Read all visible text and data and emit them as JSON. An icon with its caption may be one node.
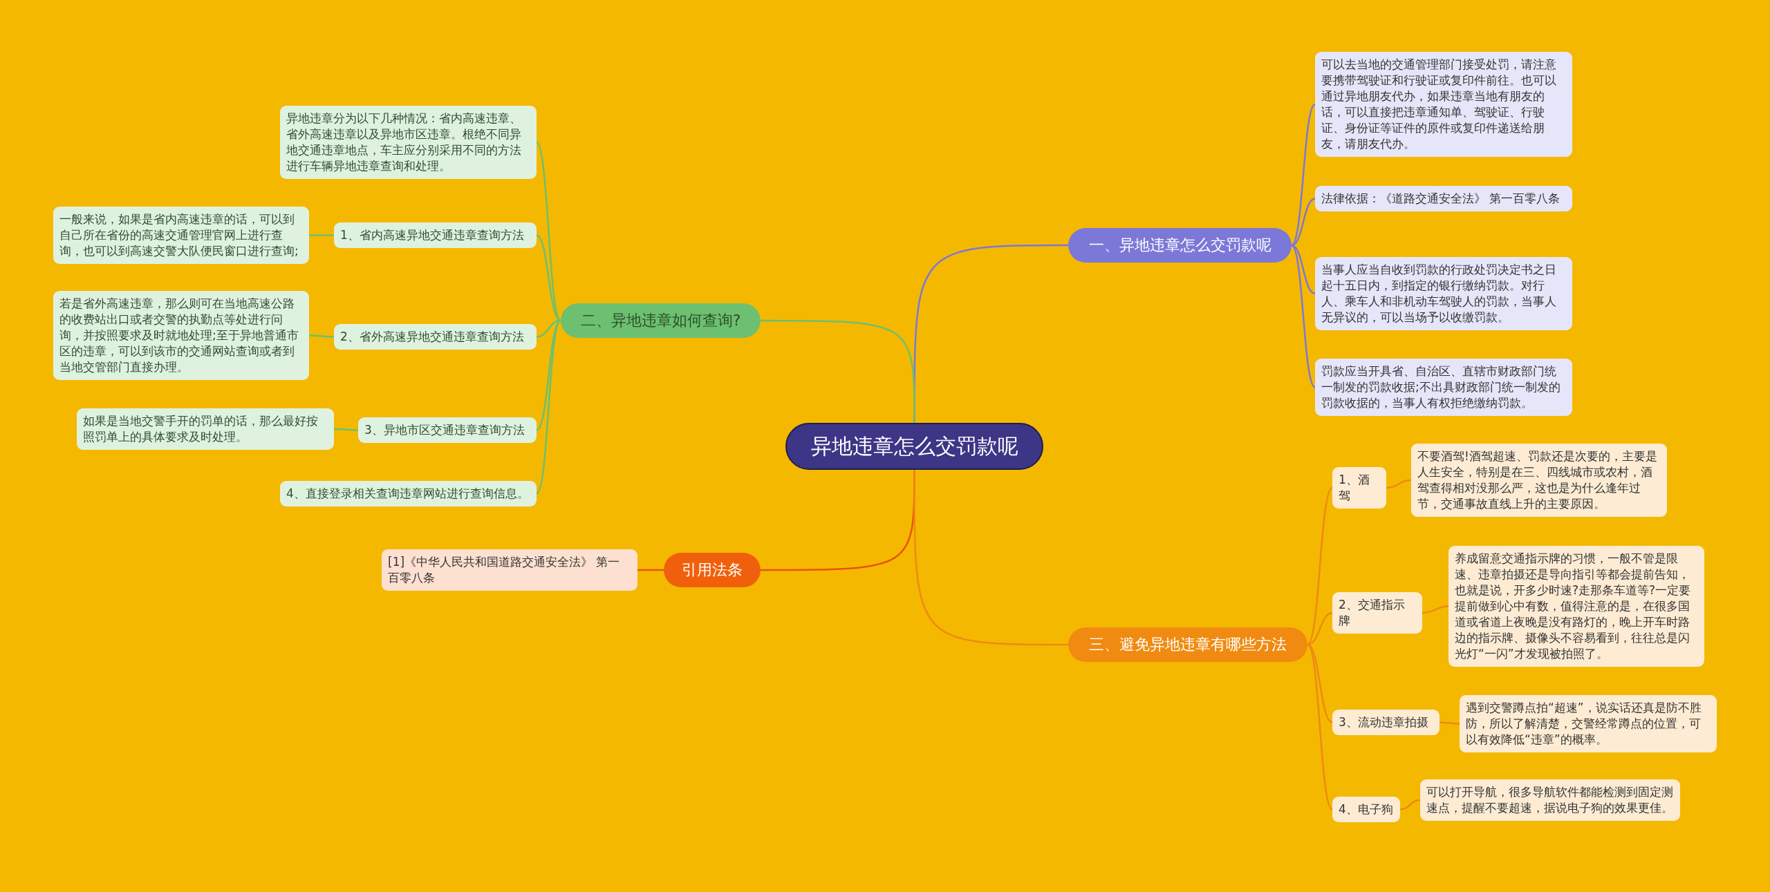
{
  "diagram": {
    "nodes": [
      {
        "text": [
          "异地违章怎么交罚款呢"
        ]
      },
      {
        "text": [
          "一、异地违章怎么交罚款呢"
        ]
      },
      {
        "text": [
          "可以去当地的交通管理部门接受处罚，请注意要携带驾驶证和行驶证或复印件前往。也可以通过异地朋友代办，如果违章当地有朋友的话，可以直接把违章通知单、驾驶证、行驶证、身份证等证件的原件或复印件递送给朋友，请朋友代办。"
        ]
      },
      {
        "text": [
          "法律依据：《道路交通安全法》 第一百零八条"
        ]
      },
      {
        "text": [
          "当事人应当自收到罚款的行政处罚决定书之日起十五日内，到指定的银行缴纳罚款。对行人、乘车人和非机动车驾驶人的罚款，当事人无异议的，可以当场予以收缴罚款。"
        ]
      },
      {
        "text": [
          "罚款应当开具省、自治区、直辖市财政部门统一制发的罚款收据;不出具财政部门统一制发的罚款收据的，当事人有权拒绝缴纳罚款。"
        ]
      },
      {
        "text": [
          "二、异地违章如何查询?"
        ]
      },
      {
        "text": [
          "异地违章分为以下几种情况：省内高速违章、省外高速违章以及异地市区违章。根绝不同异地交通违章地点，车主应分别采用不同的方法进行车辆异地违章查询和处理。"
        ]
      },
      {
        "text": [
          "1、省内高速异地交通违章查询方法"
        ]
      },
      {
        "text": [
          "一般来说，如果是省内高速违章的话，可以到自己所在省份的高速交通管理官网上进行查询，也可以到高速交警大队便民窗口进行查询;"
        ]
      },
      {
        "text": [
          "2、省外高速异地交通违章查询方法"
        ]
      },
      {
        "text": [
          "若是省外高速违章，那么则可在当地高速公路的收费站出口或者交警的执勤点等处进行问询，并按照要求及时就地处理;至于异地普通市区的违章，可以到该市的交通网站查询或者到当地交管部门直接办理。"
        ]
      },
      {
        "text": [
          "3、异地市区交通违章查询方法"
        ]
      },
      {
        "text": [
          "如果是当地交警手开的罚单的话，那么最好按照罚单上的具体要求及时处理。"
        ]
      },
      {
        "text": [
          "4、直接登录相关查询违章网站进行查询信息。"
        ]
      },
      {
        "text": [
          "引用法条"
        ]
      },
      {
        "text": [
          "[1]《中华人民共和国道路交通安全法》 第一百零八条"
        ]
      },
      {
        "text": [
          "三、避免异地违章有哪些方法"
        ]
      },
      {
        "text": [
          "1、酒驾"
        ]
      },
      {
        "text": [
          "不要酒驾!酒驾超速、罚款还是次要的，主要是人生安全，特别是在三、四线城市或农村，酒驾查得相对没那么严，这也是为什么逢年过节，交通事故直线上升的主要原因。"
        ]
      },
      {
        "text": [
          "2、交通指示牌"
        ]
      },
      {
        "text": [
          "养成留意交通指示牌的习惯，一般不管是限速、违章拍摄还是导向指引等都会提前告知，也就是说，开多少时速?走那条车道等?一定要提前做到心中有数，值得注意的是，在很多国道或省道上夜晚是没有路灯的，晚上开车时路边的指示牌、摄像头不容易看到，往往总是闪光灯“一闪”才发现被拍照了。"
        ]
      },
      {
        "text": [
          "3、流动违章拍摄"
        ]
      },
      {
        "text": [
          "遇到交警蹲点拍“超速”，说实话还真是防不胜防，所以了解清楚，交警经常蹲点的位置，可以有效降低“违章”的概率。"
        ]
      },
      {
        "text": [
          "4、电子狗"
        ]
      },
      {
        "text": [
          "可以打开导航，很多导航软件都能检测到固定测速点，提醒不要超速，据说电子狗的效果更佳。"
        ]
      }
    ],
    "edges": [
      {
        "from": 0,
        "to": 1,
        "arrow": "none",
        "color": "#7b78d8"
      },
      {
        "from": 1,
        "to": 2,
        "arrow": "none",
        "color": "#7b78d8"
      },
      {
        "from": 1,
        "to": 3,
        "arrow": "none",
        "color": "#7b78d8"
      },
      {
        "from": 1,
        "to": 4,
        "arrow": "none",
        "color": "#7b78d8"
      },
      {
        "from": 1,
        "to": 5,
        "arrow": "none",
        "color": "#7b78d8"
      },
      {
        "from": 0,
        "to": 6,
        "arrow": "none",
        "color": "#6cc070"
      },
      {
        "from": 6,
        "to": 7,
        "arrow": "none",
        "color": "#6cc070"
      },
      {
        "from": 6,
        "to": 8,
        "arrow": "none",
        "color": "#6cc070"
      },
      {
        "from": 8,
        "to": 9,
        "arrow": "none",
        "color": "#6cc070"
      },
      {
        "from": 6,
        "to": 10,
        "arrow": "none",
        "color": "#6cc070"
      },
      {
        "from": 10,
        "to": 11,
        "arrow": "none",
        "color": "#6cc070"
      },
      {
        "from": 6,
        "to": 12,
        "arrow": "none",
        "color": "#6cc070"
      },
      {
        "from": 12,
        "to": 13,
        "arrow": "none",
        "color": "#6cc070"
      },
      {
        "from": 6,
        "to": 14,
        "arrow": "none",
        "color": "#6cc070"
      },
      {
        "from": 0,
        "to": 15,
        "arrow": "none",
        "color": "#e8540c"
      },
      {
        "from": 15,
        "to": 16,
        "arrow": "none",
        "color": "#e8540c"
      },
      {
        "from": 0,
        "to": 17,
        "arrow": "none",
        "color": "#ee8a12"
      },
      {
        "from": 17,
        "to": 18,
        "arrow": "none",
        "color": "#ee8a12"
      },
      {
        "from": 18,
        "to": 19,
        "arrow": "none",
        "color": "#ee8a12"
      },
      {
        "from": 17,
        "to": 20,
        "arrow": "none",
        "color": "#ee8a12"
      },
      {
        "from": 20,
        "to": 21,
        "arrow": "none",
        "color": "#ee8a12"
      },
      {
        "from": 17,
        "to": 22,
        "arrow": "none",
        "color": "#ee8a12"
      },
      {
        "from": 22,
        "to": 23,
        "arrow": "none",
        "color": "#ee8a12"
      },
      {
        "from": 17,
        "to": 24,
        "arrow": "none",
        "color": "#ee8a12"
      },
      {
        "from": 24,
        "to": 25,
        "arrow": "none",
        "color": "#ee8a12"
      }
    ]
  }
}
